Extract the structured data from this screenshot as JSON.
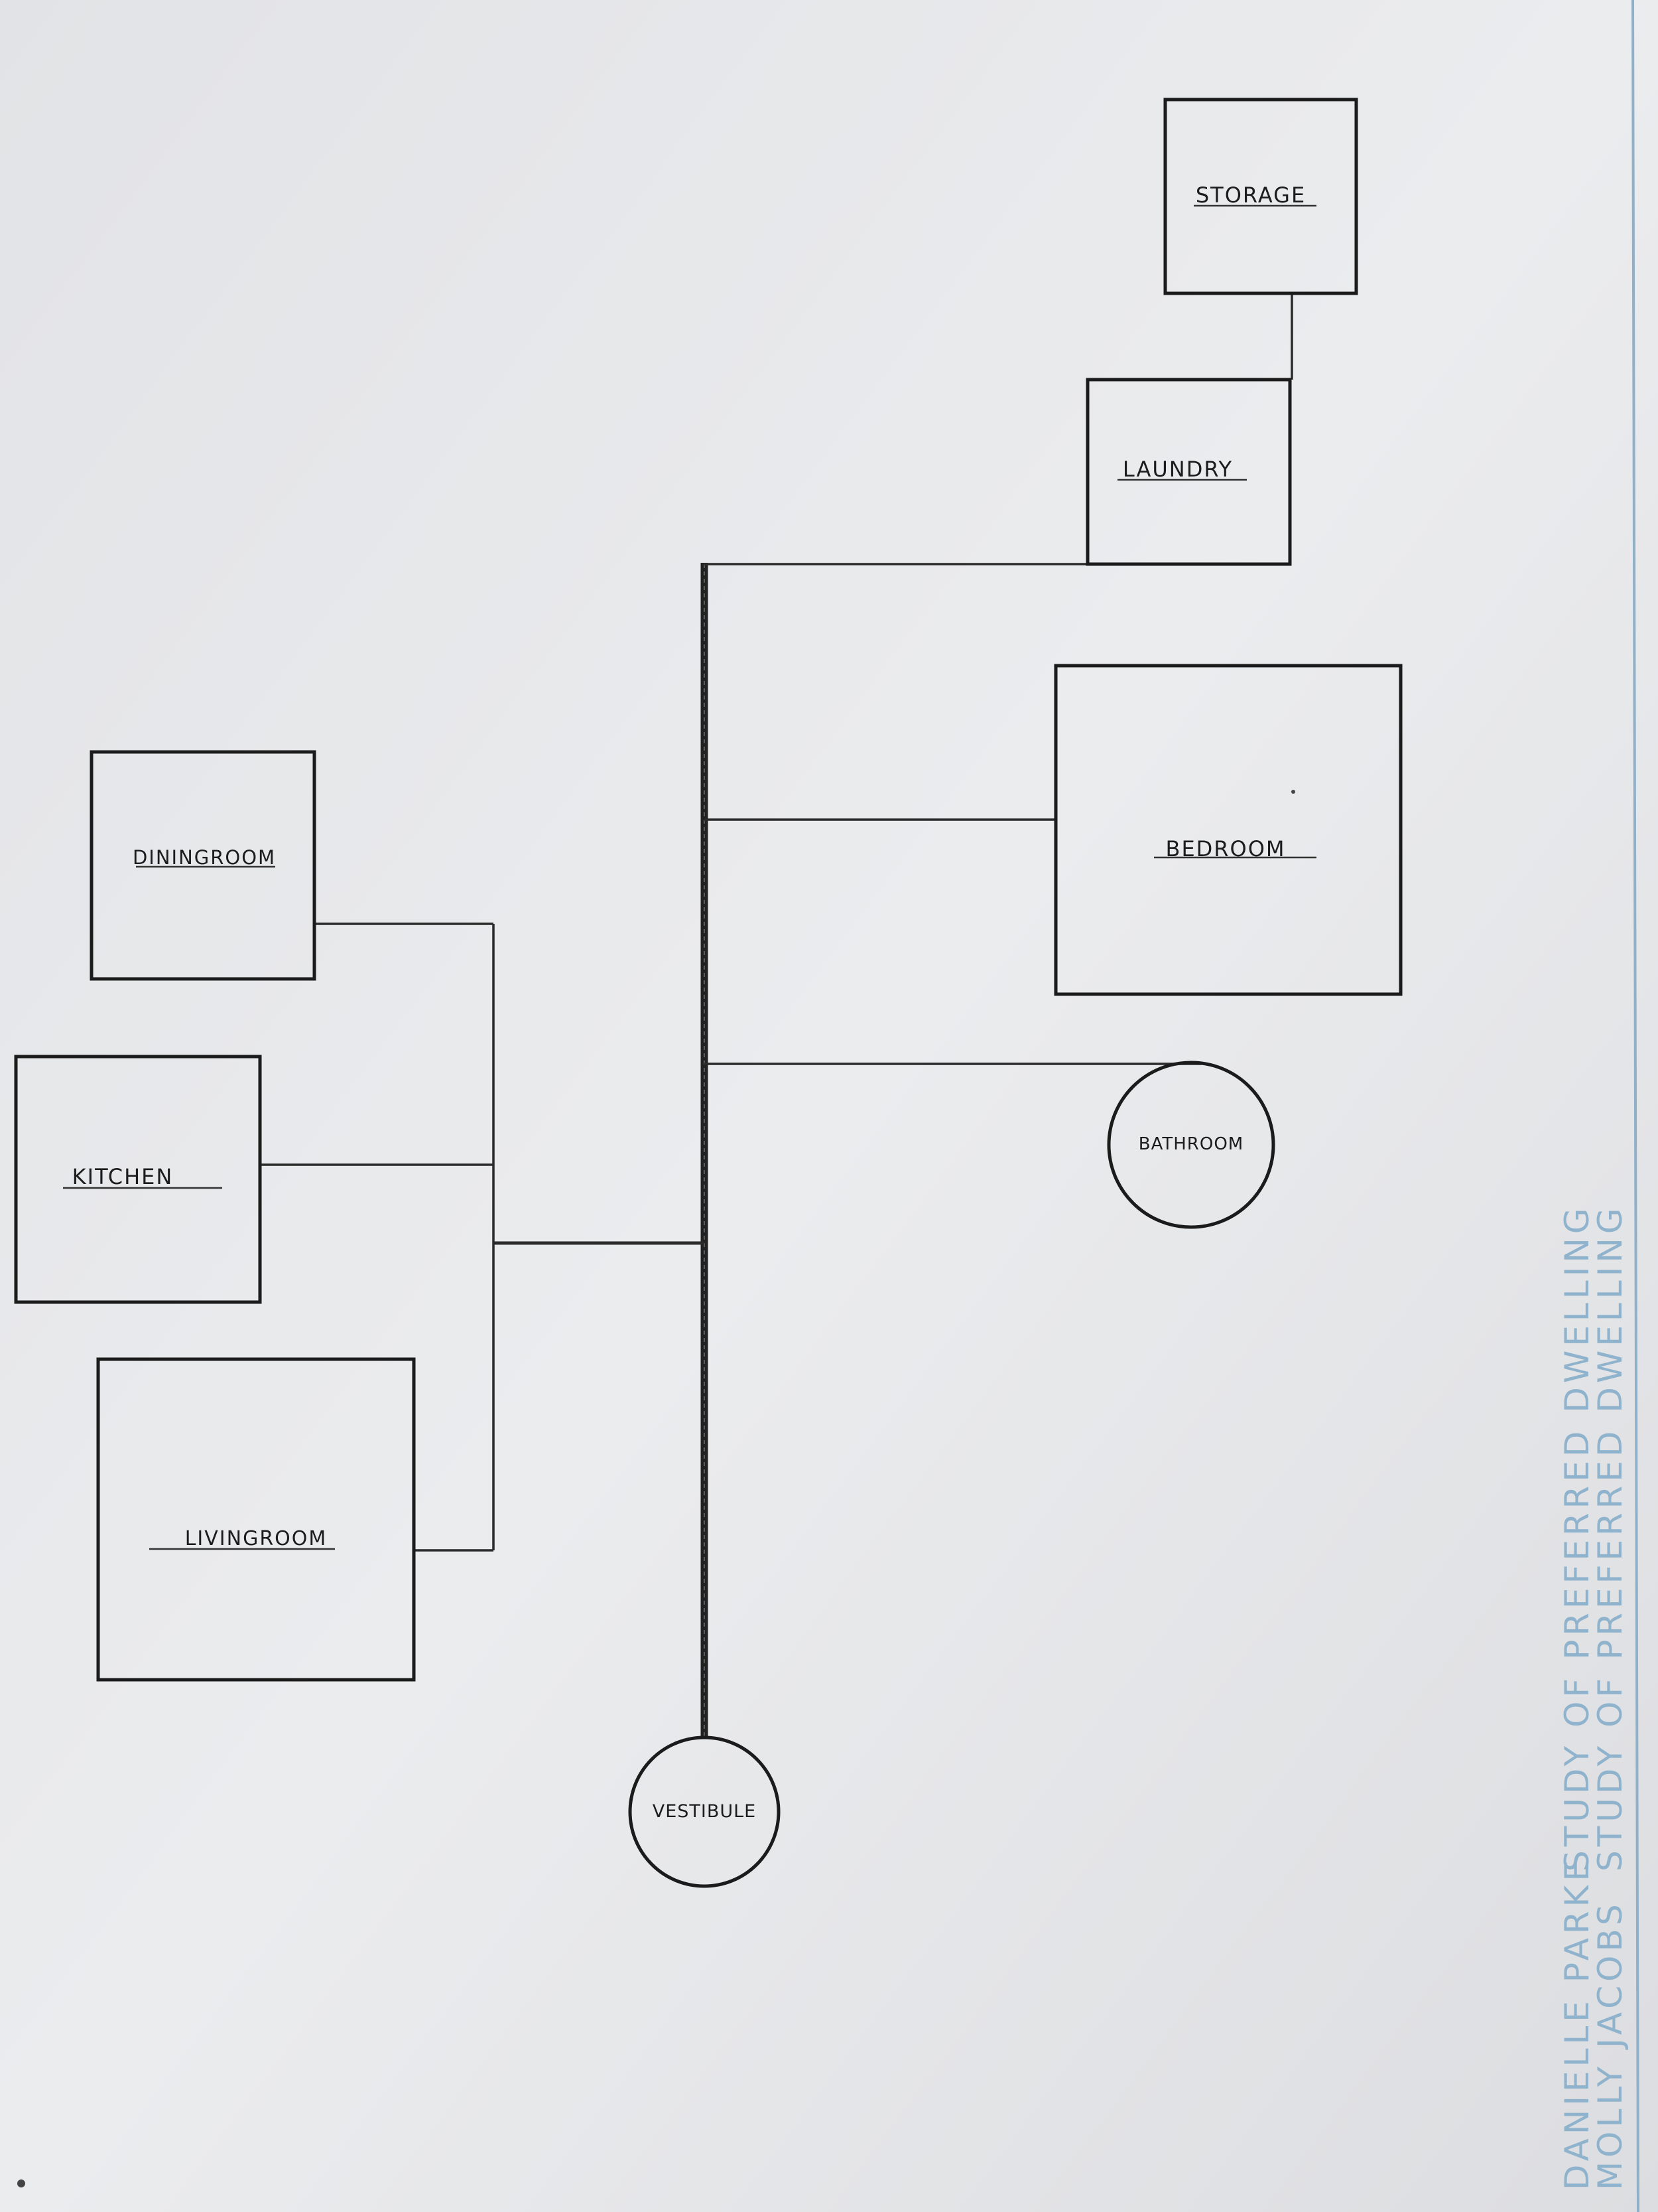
{
  "rooms": {
    "storage": "STORAGE",
    "laundry": "LAUNDRY",
    "bedroom": "BEDROOM",
    "bathroom": "BATHROOM",
    "diningroom": "DININGROOM",
    "kitchen": "KITCHEN",
    "livingroom": "LIVINGROOM",
    "vestibule": "VESTIBULE"
  },
  "title_block": {
    "title_1": "STUDY OF PREFERRED DWELLING",
    "title_2": "STUDY OF PREFERRED DWELLING",
    "author_1": "DANIELLE PARKE",
    "author_2": "MOLLY JACOBS"
  },
  "colors": {
    "paper": "#e6e7e9",
    "pencil": "#1b1b1b",
    "margin_blue": "#8fb3cc"
  }
}
